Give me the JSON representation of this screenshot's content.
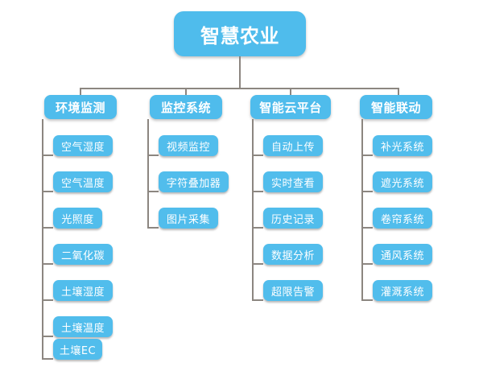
{
  "diagram": {
    "type": "organization-tree",
    "title": "智慧农业",
    "colors": {
      "node_fill": "#4fbcec",
      "leaf_fill": "#51bdec",
      "node_text": "#ffffff",
      "connector": "#8c8680",
      "background": "#ffffff"
    },
    "root": {
      "label": "智慧农业"
    },
    "branches": [
      {
        "label": "环境监测",
        "leaves": [
          {
            "label": "空气湿度"
          },
          {
            "label": "空气温度"
          },
          {
            "label": "光照度"
          },
          {
            "label": "二氧化碳"
          },
          {
            "label": "土壤湿度"
          },
          {
            "label": "土壤温度"
          },
          {
            "label": "土壤EC"
          }
        ]
      },
      {
        "label": "监控系统",
        "leaves": [
          {
            "label": "视频监控"
          },
          {
            "label": "字符叠加器"
          },
          {
            "label": "图片采集"
          }
        ]
      },
      {
        "label": "智能云平台",
        "leaves": [
          {
            "label": "自动上传"
          },
          {
            "label": "实时查看"
          },
          {
            "label": "历史记录"
          },
          {
            "label": "数据分析"
          },
          {
            "label": "超限告警"
          }
        ]
      },
      {
        "label": "智能联动",
        "leaves": [
          {
            "label": "补光系统"
          },
          {
            "label": "遮光系统"
          },
          {
            "label": "卷帘系统"
          },
          {
            "label": "通风系统"
          },
          {
            "label": "灌溉系统"
          }
        ]
      }
    ]
  }
}
